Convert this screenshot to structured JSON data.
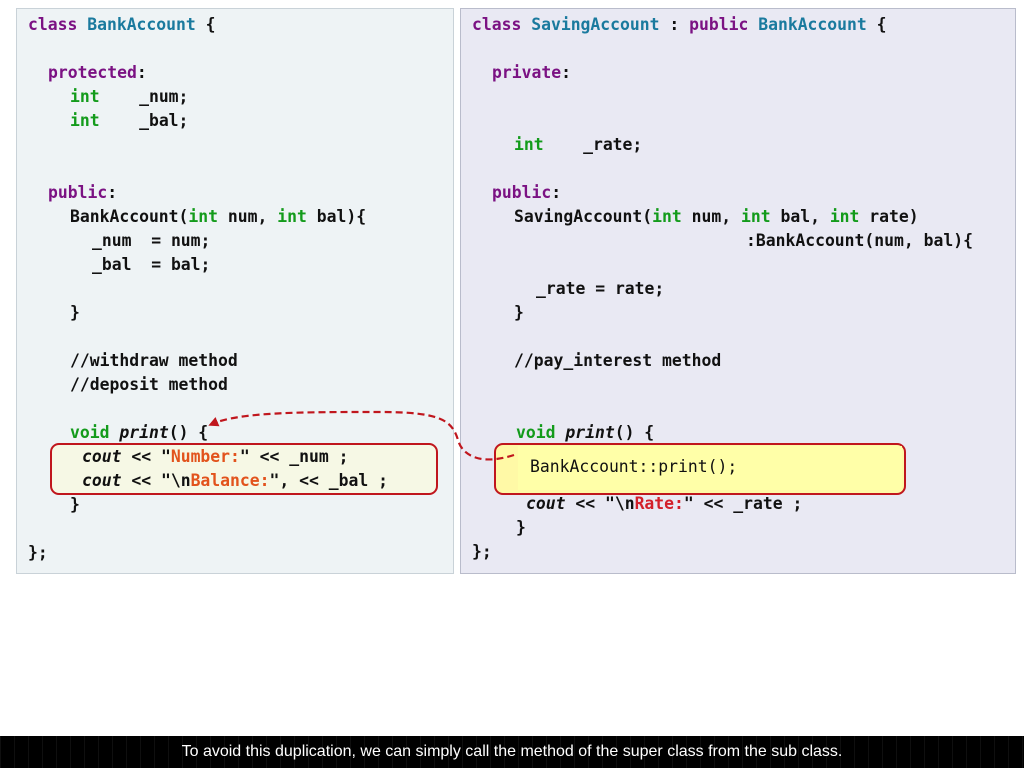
{
  "left_code": {
    "l1": {
      "kw": "class",
      "name": "BankAccount",
      "brace": " {"
    },
    "l2": {
      "kw": "protected",
      "colon": ":"
    },
    "l3": {
      "type": "int",
      "var": "    _num;"
    },
    "l4": {
      "type": "int",
      "var": "    _bal;"
    },
    "l5": {
      "kw": "public",
      "colon": ":"
    },
    "l6": {
      "name": "BankAccount(",
      "t1": "int",
      "a1": " num, ",
      "t2": "int",
      "a2": " bal){"
    },
    "l7": "_num  = num;",
    "l8": "_bal  = bal;",
    "l9": "}",
    "l10": "//withdraw method",
    "l11": "//deposit method",
    "l12": {
      "type": "void",
      "sp": " ",
      "fn": "print",
      "rest": "() {"
    },
    "l13": {
      "cout": "cout",
      "op": " << \"",
      "str": "Number:",
      "rest": "\" << _num ;"
    },
    "l14": {
      "cout": "cout",
      "op": " << \"\\n",
      "str": "Balance:",
      "rest": "\", << _bal ;"
    },
    "l15": "}",
    "l16": "};"
  },
  "right_code": {
    "l1": {
      "kw": "class",
      "name": "SavingAccount",
      "colon": " : ",
      "kw2": "public",
      "base": "BankAccount",
      "brace": " {"
    },
    "l2": {
      "kw": "private",
      "colon": ":"
    },
    "l3": {
      "type": "int",
      "var": "    _rate;"
    },
    "l4": {
      "kw": "public",
      "colon": ":"
    },
    "l5": {
      "name": "SavingAccount(",
      "t1": "int",
      "a1": " num, ",
      "t2": "int",
      "a2": " bal, ",
      "t3": "int",
      "a3": " rate)"
    },
    "l6": ":BankAccount(num, bal){",
    "l7": "_rate = rate;",
    "l8": "}",
    "l9": "//pay_interest method",
    "l10": {
      "type": "void",
      "sp": " ",
      "fn": "print",
      "rest": "() {"
    },
    "l11": "BankAccount::print();",
    "l12": {
      "cout": "cout",
      "op": " << \"\\n",
      "str": "Rate:",
      "rest": "\" << _rate ;"
    },
    "l13": "}",
    "l14": "};"
  },
  "caption": "To avoid this duplication, we can simply call the method of the super class from the sub class.",
  "colors": {
    "keyword": "#7b1283",
    "type_name": "#1a7a9e",
    "primitive": "#139b1b",
    "string_left": "#e2531c",
    "string_right": "#d3202a",
    "highlight_border": "#c0161d",
    "highlight_fill": "#fff9a6"
  }
}
